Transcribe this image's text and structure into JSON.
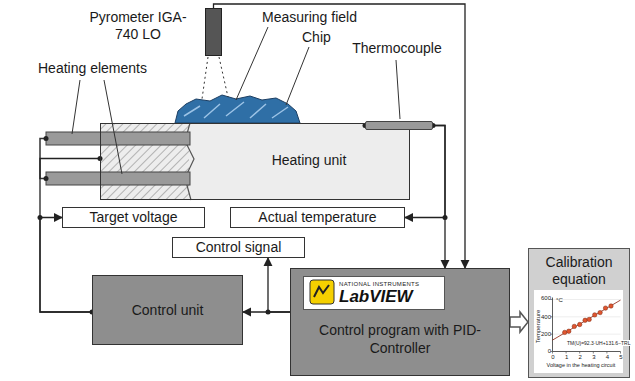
{
  "diagram": {
    "nodes": [
      {
        "text": [
          "Pyrometer IGA-740 LO"
        ]
      },
      {
        "text": [
          "Heating unit"
        ]
      },
      {
        "text": [
          "Thermocouple"
        ]
      },
      {
        "text": [
          "Target voltage"
        ]
      },
      {
        "text": [
          "Actual temperature"
        ]
      },
      {
        "text": [
          "Control signal"
        ]
      },
      {
        "text": [
          "Control unit"
        ]
      },
      {
        "text": [
          "NATIONAL INSTRUMENTS",
          "LabVIEW",
          "Control program with PID-Controller"
        ]
      },
      {
        "text": [
          "Calibration equation"
        ]
      }
    ],
    "edges": [
      {
        "from": 0,
        "to": 7,
        "arrow": "to"
      },
      {
        "from": 2,
        "to": 4,
        "arrow": "to"
      },
      {
        "from": 2,
        "to": 7,
        "arrow": "to"
      },
      {
        "from": 6,
        "to": 1,
        "arrow": "none"
      },
      {
        "from": 6,
        "to": 3,
        "arrow": "to"
      },
      {
        "from": 7,
        "to": 6,
        "arrow": "to"
      },
      {
        "from": 7,
        "to": 5,
        "arrow": "to"
      },
      {
        "from": 7,
        "to": 8,
        "arrow": "to"
      }
    ],
    "labels": [
      "Heating elements",
      "Measuring field",
      "Chip",
      "600",
      "°C",
      "Temperature",
      "400",
      "200",
      "0",
      "0",
      "1",
      "2",
      "3",
      "4",
      "5",
      "Voltage in the heating circuit",
      "TM(U)=92.3·UH+131.6−TRL"
    ]
  }
}
